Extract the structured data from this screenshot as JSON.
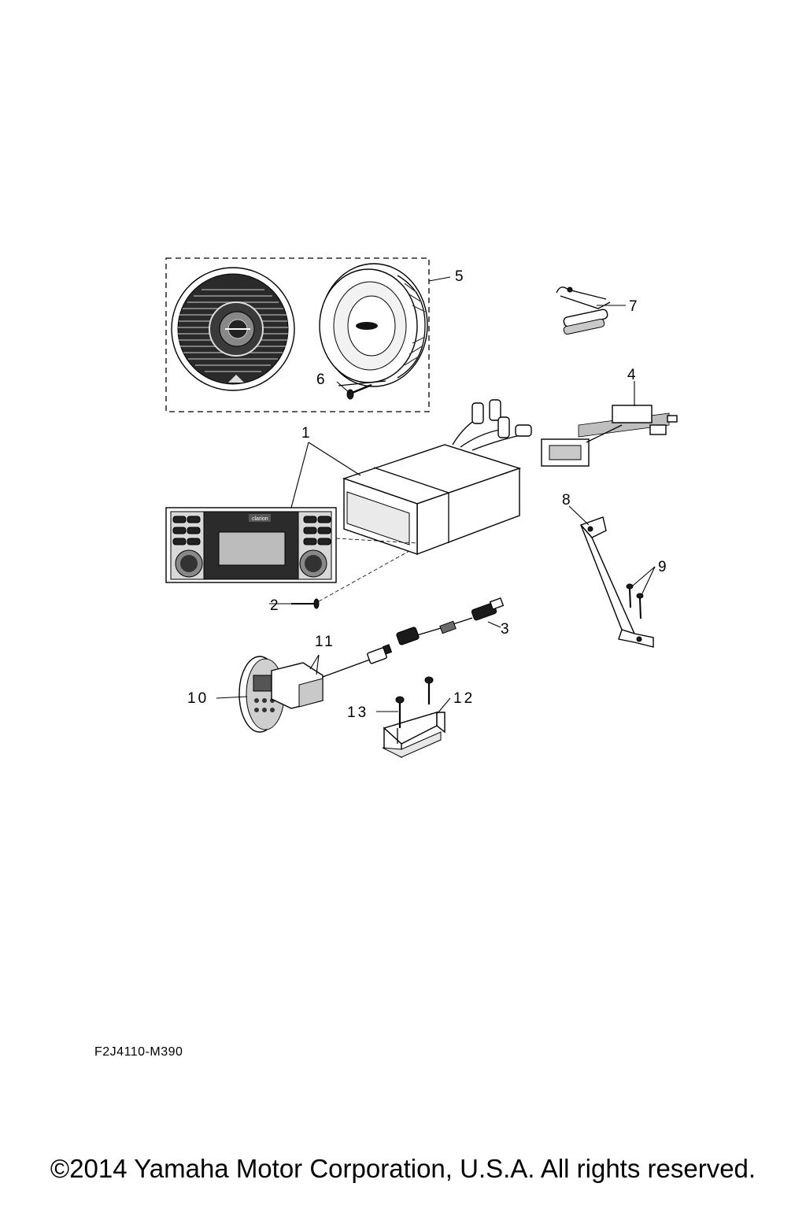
{
  "diagram_code": "F2J4110-M390",
  "copyright": "©2014 Yamaha Motor Corporation, U.S.A. All rights reserved.",
  "callouts": {
    "c1": "1",
    "c2": "2",
    "c3": "3",
    "c4": "4",
    "c5": "5",
    "c6": "6",
    "c7": "7",
    "c8": "8",
    "c9": "9",
    "c10": "10",
    "c11": "11",
    "c12": "12",
    "c13": "13"
  },
  "radio_brand": "clarion"
}
